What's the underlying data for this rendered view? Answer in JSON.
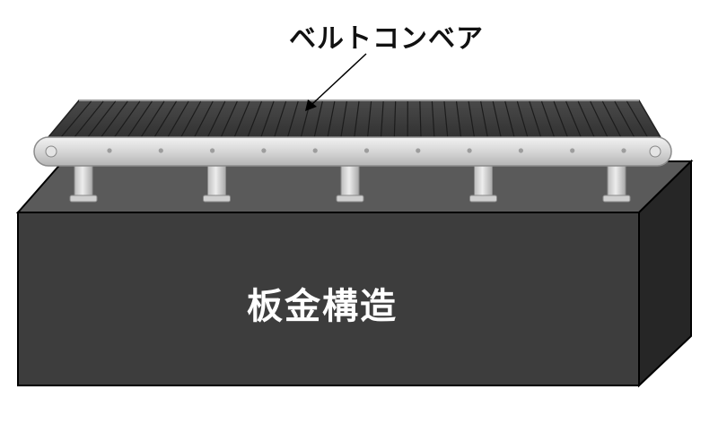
{
  "labels": {
    "conveyor": "ベルトコンベア",
    "block": "板金構造"
  },
  "colors": {
    "background": "#ffffff",
    "block_front": "#3d3d3d",
    "block_top": "#5a5a5a",
    "block_side": "#262626",
    "belt": "#3a3a3a",
    "frame": "#dcdcdc",
    "label_text": "#111111",
    "block_text": "#ffffff"
  },
  "belt_slats": 46,
  "support_legs": 5,
  "frame_bolts": 11
}
